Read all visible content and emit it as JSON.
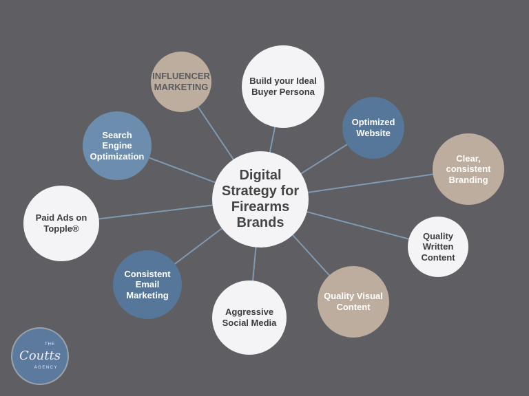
{
  "center": "Digital Strategy for Firearms Brands",
  "nodes": {
    "influencer": "INFLUENCER MARKETING",
    "persona": "Build your Ideal Buyer Persona",
    "website": "Optimized Website",
    "branding": "Clear, consistent Branding",
    "written": "Quality Written Content",
    "visual": "Quality Visual Content",
    "social": "Aggressive Social Media",
    "email": "Consistent Email Marketing",
    "paid": "Paid Ads on Topple®",
    "seo": "Search Engine Optimization"
  },
  "logo": {
    "the": "THE",
    "name": "Coutts",
    "agency": "AGENCY"
  },
  "colors": {
    "background": "#5f5e63",
    "white": "#f4f4f6",
    "blue": "#56769a",
    "light_blue": "#6d8dae",
    "tan": "#bdad9f",
    "line": "#7f9ab3"
  }
}
